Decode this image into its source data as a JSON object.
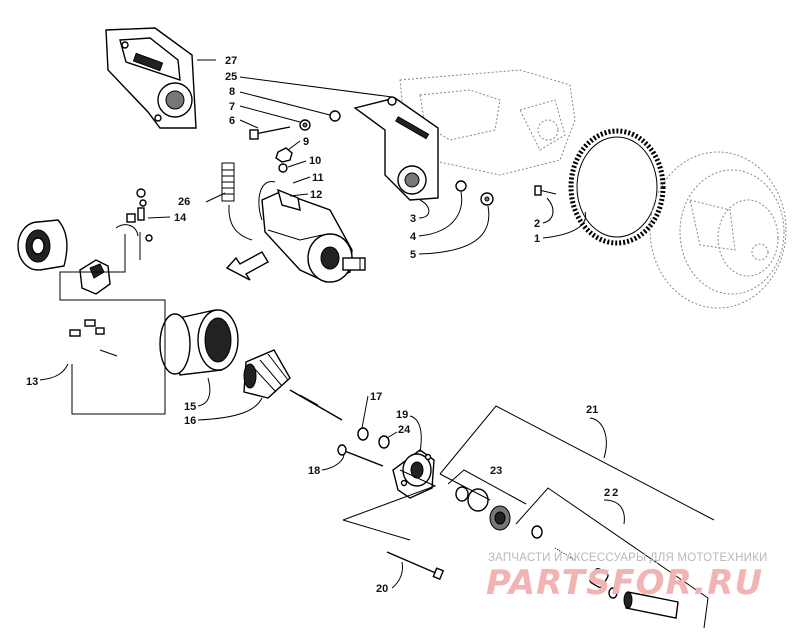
{
  "callouts": {
    "c1": "1",
    "c2": "2",
    "c3": "3",
    "c4": "4",
    "c5": "5",
    "c6": "6",
    "c7": "7",
    "c8": "8",
    "c9": "9",
    "c10": "10",
    "c11": "11",
    "c12": "12",
    "c13": "13",
    "c14": "14",
    "c15": "15",
    "c16": "16",
    "c17": "17",
    "c18": "18",
    "c19": "19",
    "c20": "20",
    "c21": "21",
    "c22": "22",
    "c23": "23",
    "c24": "24",
    "c25": "25",
    "c26": "26",
    "c27": "27"
  },
  "watermark": {
    "tagline": "ЗАПЧАСТИ И АКСЕССУАРЫ ДЛЯ МОТОТЕХНИКИ",
    "logo": "PARTSFOR.RU",
    "color_text": "#b9b9b9",
    "color_logo": "#f3b3b3"
  },
  "colors": {
    "ink": "#000000",
    "background": "#ffffff"
  }
}
